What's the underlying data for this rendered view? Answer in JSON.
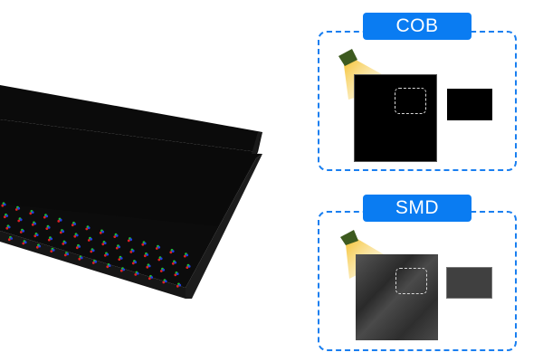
{
  "left_panel": {
    "label": "LED display module with RGB pixel grid (perspective view)",
    "pixel_colors": [
      "#e02020",
      "#20c030",
      "#2040e0"
    ]
  },
  "comparisons": [
    {
      "id": "cob",
      "label": "COB",
      "surface_color": "#000000",
      "swatch_color": "#000000"
    },
    {
      "id": "smd",
      "label": "SMD",
      "surface_color": "#3a3a3a",
      "swatch_color": "#404040"
    }
  ],
  "colors": {
    "accent_blue": "#0a7cf2",
    "lamp_body": "#3d5a1f",
    "lamp_beam": "#f5c02a"
  }
}
